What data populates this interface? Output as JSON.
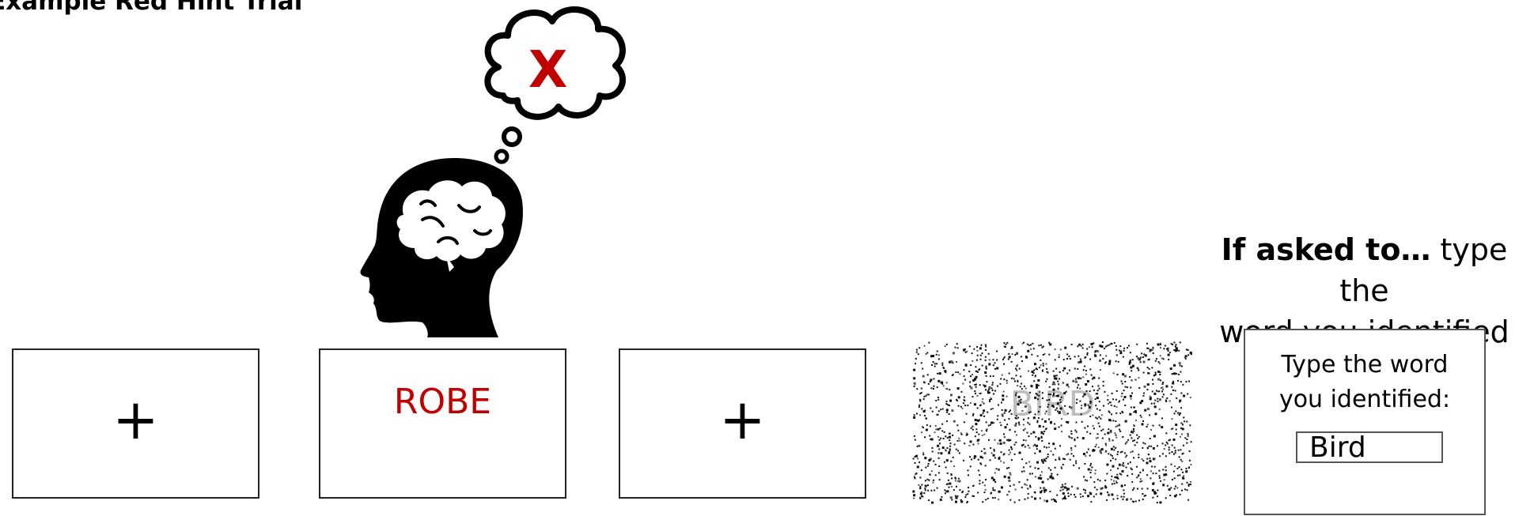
{
  "title": "Example Red Hint Trial",
  "hint_mark": "X",
  "screens": [
    {
      "name": "fixation-1",
      "text": "+"
    },
    {
      "name": "prime",
      "text": "ROBE",
      "color": "#c00000"
    },
    {
      "name": "fixation-2",
      "text": "+"
    }
  ],
  "noise_stimulus": {
    "word": "BIRD",
    "word_color": "#bdbdbd"
  },
  "instruction": {
    "bold": "If asked to…",
    "rest_line1": " type the",
    "line2": "word you identified"
  },
  "response_box": {
    "prompt_line1": "Type the word",
    "prompt_line2": "you identified:",
    "answer": "Bird"
  },
  "colors": {
    "accent_red": "#c00000",
    "ink": "#000000"
  },
  "icons": [
    "head-silhouette-icon",
    "brain-icon",
    "thought-bubble-icon"
  ]
}
